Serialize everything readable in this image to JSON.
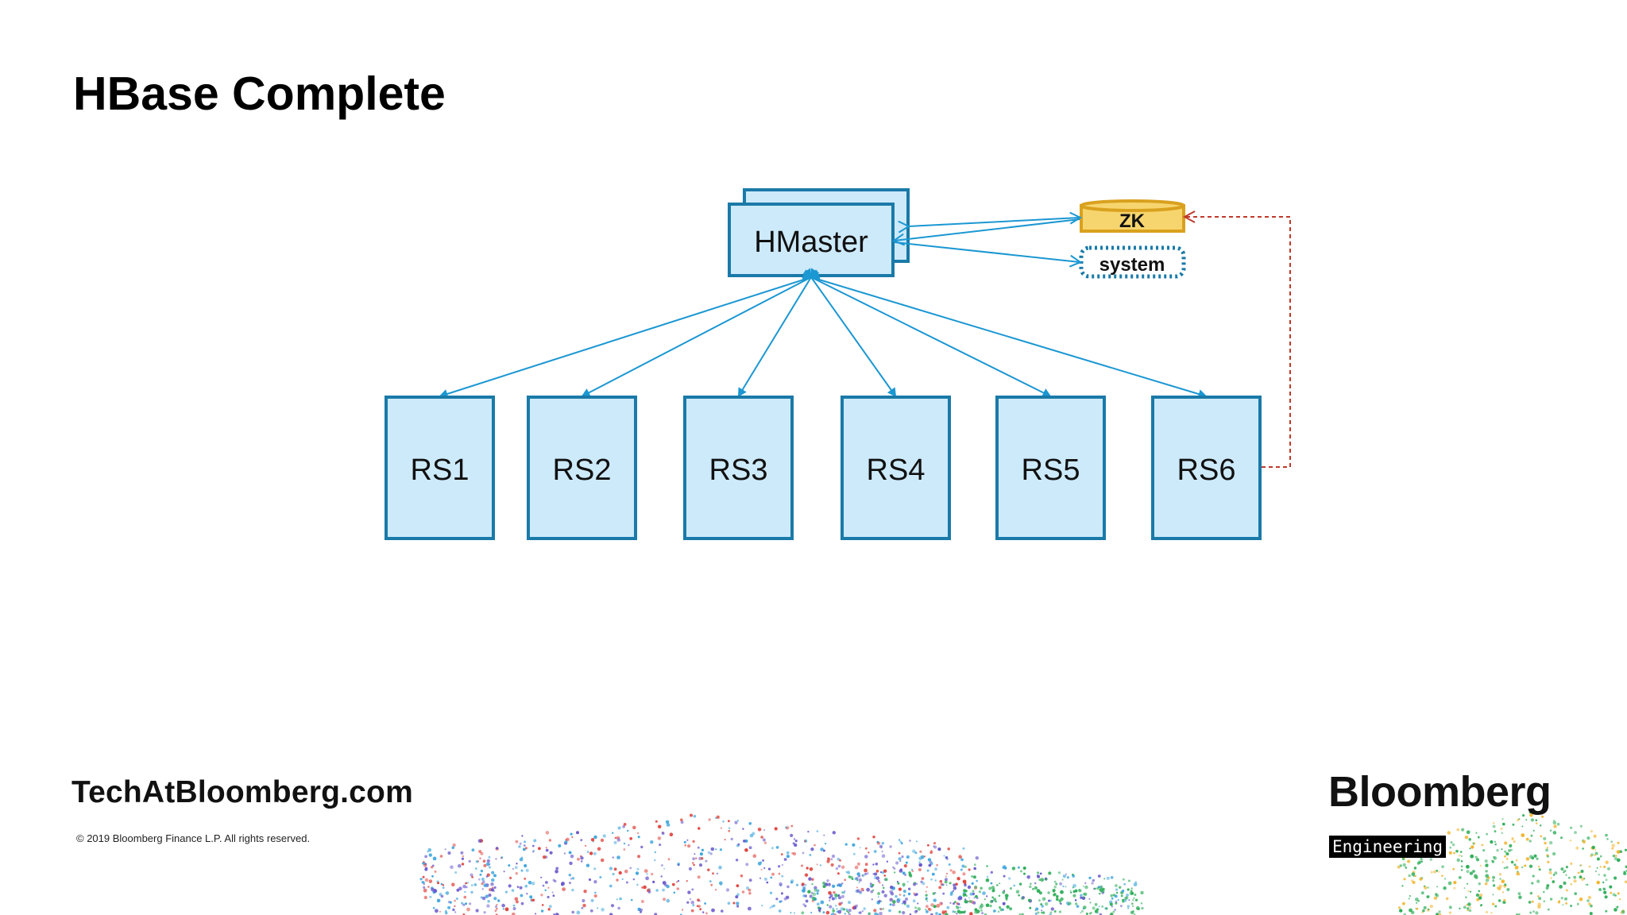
{
  "slide": {
    "title": "HBase Complete"
  },
  "diagram": {
    "master_label": "HMaster",
    "zk_label": "ZK",
    "system_label": "system",
    "region_servers": [
      "RS1",
      "RS2",
      "RS3",
      "RS4",
      "RS5",
      "RS6"
    ]
  },
  "footer": {
    "site": "TechAtBloomberg.com",
    "copyright": "© 2019 Bloomberg Finance L.P. All rights reserved.",
    "brand": "Bloomberg",
    "brand_sub": "Engineering"
  },
  "colors": {
    "box_fill": "#cdeafb",
    "box_stroke": "#1a7aa8",
    "arrow": "#1b97d2",
    "zk_fill": "#f7d56e",
    "zk_stroke": "#d9a11e",
    "dashed_link": "#c0392b",
    "system_stroke": "#1a7aa8"
  }
}
